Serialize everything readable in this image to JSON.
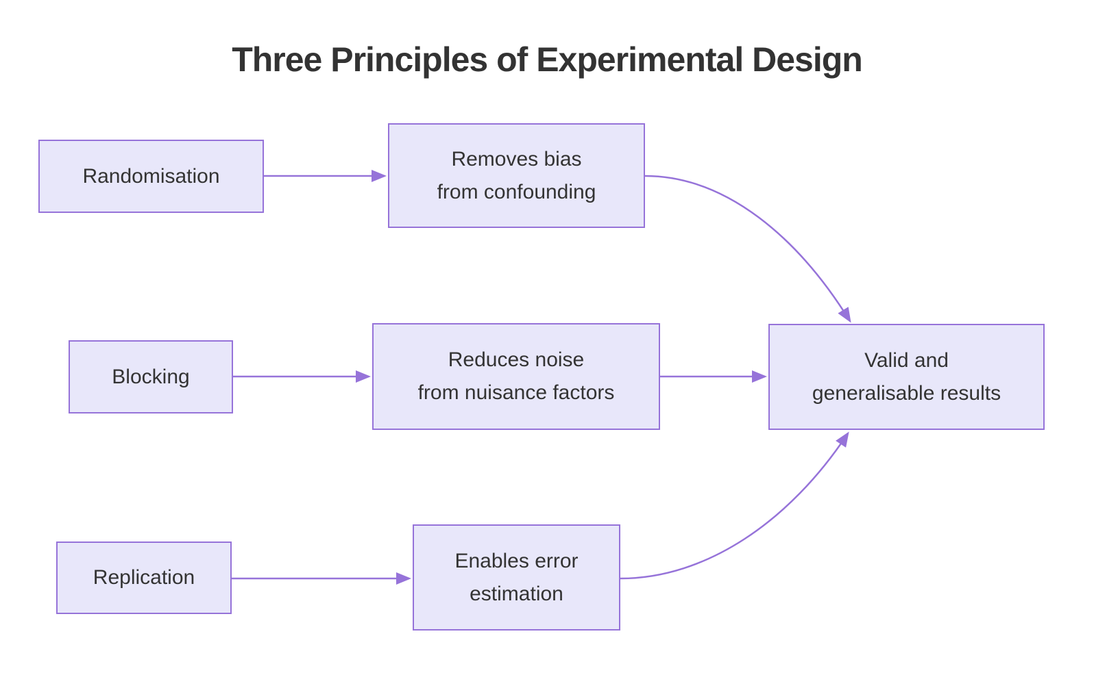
{
  "title": "Three Principles of Experimental Design",
  "colors": {
    "node_fill": "#E8E7FA",
    "node_border": "#9673D9",
    "arrow": "#9673D9",
    "node_text": "#333333",
    "title_text": "#333333",
    "background": "#FFFFFF"
  },
  "nodes": {
    "randomisation": {
      "label": "Randomisation"
    },
    "blocking": {
      "label": "Blocking"
    },
    "replication": {
      "label": "Replication"
    },
    "removes_bias": {
      "line1": "Removes bias",
      "line2": "from confounding"
    },
    "reduces_noise": {
      "line1": "Reduces noise",
      "line2": "from nuisance factors"
    },
    "enables_error": {
      "line1": "Enables error",
      "line2": "estimation"
    },
    "valid_results": {
      "line1": "Valid and",
      "line2": "generalisable results"
    }
  },
  "edges": [
    {
      "from": "Randomisation",
      "to": "Removes bias from confounding"
    },
    {
      "from": "Removes bias from confounding",
      "to": "Valid and generalisable results"
    },
    {
      "from": "Blocking",
      "to": "Reduces noise from nuisance factors"
    },
    {
      "from": "Reduces noise from nuisance factors",
      "to": "Valid and generalisable results"
    },
    {
      "from": "Replication",
      "to": "Enables error estimation"
    },
    {
      "from": "Enables error estimation",
      "to": "Valid and generalisable results"
    }
  ]
}
